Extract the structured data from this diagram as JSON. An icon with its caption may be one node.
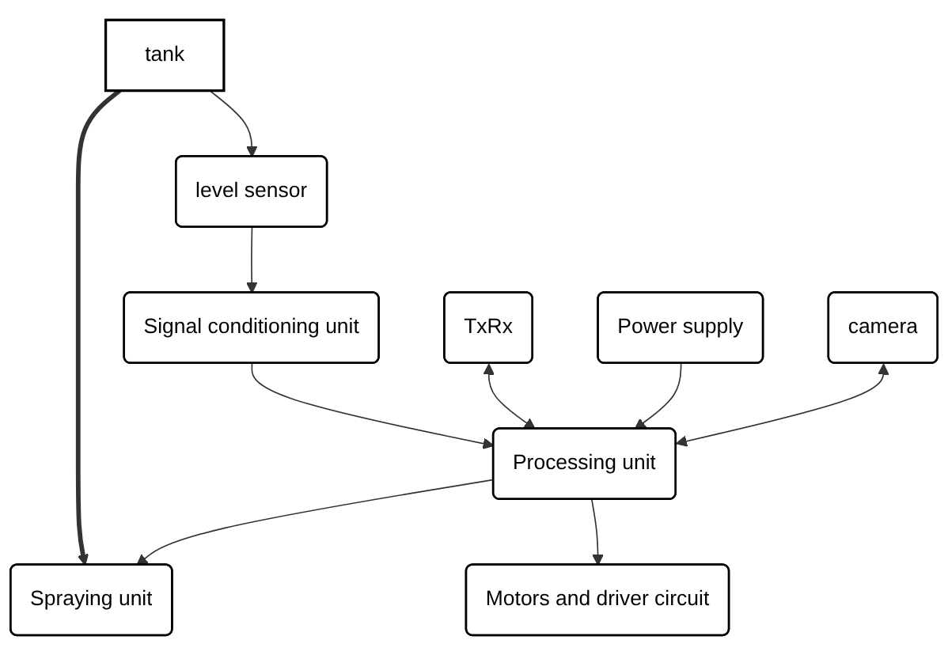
{
  "diagram": {
    "nodes": [
      {
        "text": [
          "level sensor"
        ]
      },
      {
        "text": [
          "tank"
        ]
      },
      {
        "text": [
          "Signal conditioning unit"
        ]
      },
      {
        "text": [
          "Processing unit"
        ]
      },
      {
        "text": [
          "Spraying unit"
        ]
      },
      {
        "text": [
          "TxRx"
        ]
      },
      {
        "text": [
          "Power supply"
        ]
      },
      {
        "text": [
          "Motors and driver circuit"
        ]
      },
      {
        "text": [
          "camera"
        ]
      }
    ],
    "edges": [
      {
        "from": 1,
        "to": 0,
        "arrow": "to"
      },
      {
        "from": 1,
        "to": 4,
        "arrow": "to",
        "style": "thick"
      },
      {
        "from": 0,
        "to": 2,
        "arrow": "to"
      },
      {
        "from": 2,
        "to": 3,
        "arrow": "to"
      },
      {
        "from": 3,
        "to": 4,
        "arrow": "to"
      },
      {
        "from": 5,
        "to": 3,
        "arrow": "both"
      },
      {
        "from": 6,
        "to": 3,
        "arrow": "to"
      },
      {
        "from": 3,
        "to": 7,
        "arrow": "to"
      },
      {
        "from": 8,
        "to": 3,
        "arrow": "both"
      }
    ]
  }
}
